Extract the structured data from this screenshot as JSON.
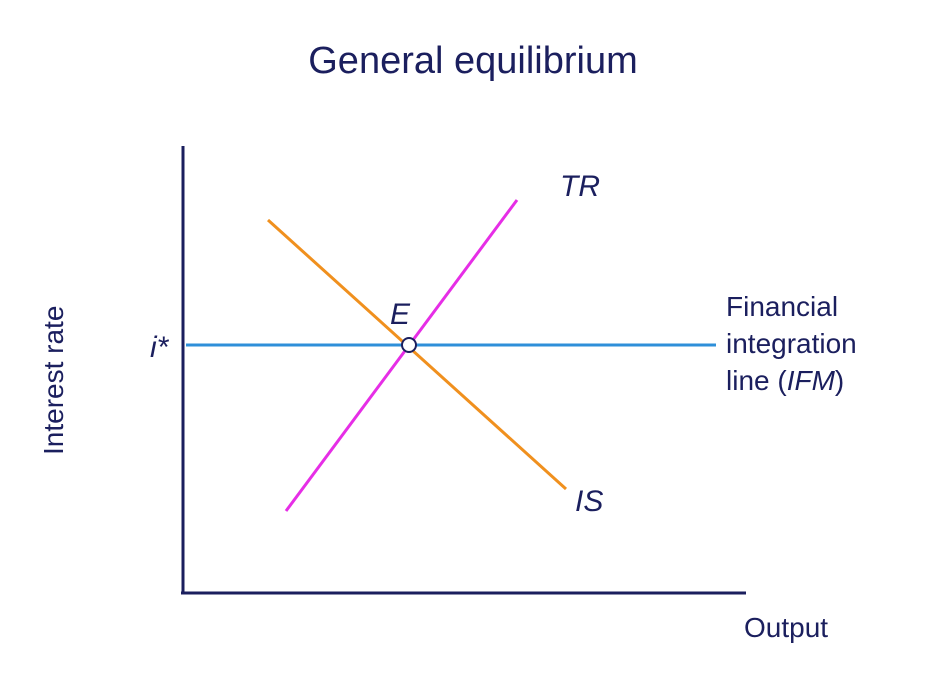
{
  "title": "General equilibrium",
  "axes": {
    "y_label": "Interest rate",
    "x_label": "Output"
  },
  "curves": {
    "tr": {
      "label": "TR",
      "color": "#e62ee6"
    },
    "is": {
      "label": "IS",
      "color": "#f0901e"
    },
    "ifm": {
      "label_line1": "Financial",
      "label_line2": "integration",
      "label_line3_prefix": "line",
      "label_line3_abbr": "IFM",
      "color": "#2e8fd9"
    }
  },
  "points": {
    "equilibrium": "E",
    "rate_tick": "i*"
  },
  "colors": {
    "axis": "#1b1f5e",
    "text": "#1b1f5e"
  }
}
